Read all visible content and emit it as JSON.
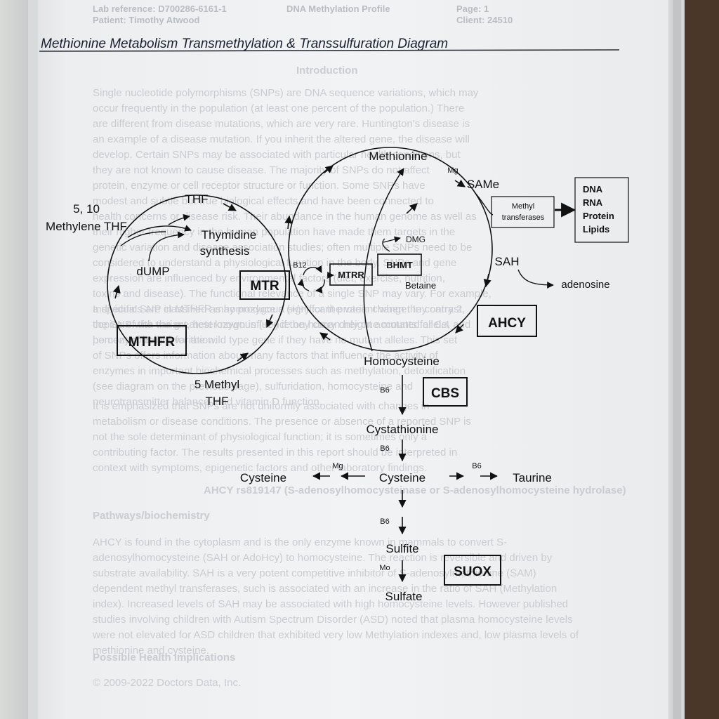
{
  "header": {
    "lab_ref": "Lab reference: D700286-6161-1",
    "report": "DNA Methylation Profile",
    "patient": "Patient: Timothy Atwood",
    "page": "Page: 1",
    "client": "Client: 24510"
  },
  "title": "Methionine Metabolism Transmethylation & Transsulfuration Diagram",
  "diagram": {
    "methionine": "Methionine",
    "mg_top": "Mg",
    "same": "SAMe",
    "methyl_transferases": [
      "Methyl",
      "transferases"
    ],
    "targets": [
      "DNA",
      "RNA",
      "Protein",
      "Lipids"
    ],
    "sah": "SAH",
    "adenosine": "adenosine",
    "ahcy": "AHCY",
    "homocysteine": "Homocysteine",
    "betaine": "Betaine",
    "dmg": "DMG",
    "bhmt": "BHMT",
    "mtrr": "MTRR",
    "b12": "B12",
    "mtr": "MTR",
    "thf": "THF",
    "methylene_thf": [
      "5, 10",
      "Methylene THF"
    ],
    "thymidine": [
      "Thymidine",
      "synthesis"
    ],
    "dump": "dUMP",
    "mthfr": "MTHFR",
    "methyl_thf": [
      "5 Methyl",
      "THF"
    ],
    "b6_1": "B6",
    "cbs": "CBS",
    "cystathionine": "Cystathionine",
    "b6_2": "B6",
    "cysteine_left": "Cysteine",
    "mg_cys": "Mg",
    "cysteine_center": "Cysteine",
    "b6_taurine": "B6",
    "taurine": "Taurine",
    "b6_3": "B6",
    "sulfite": "Sulfite",
    "mo": "Mo",
    "suox": "SUOX",
    "sulfate": "Sulfate"
  },
  "background_text": {
    "intro_heading": "Introduction",
    "paragraph1": [
      "Single nucleotide polymorphisms (SNPs) are DNA sequence variations, which may",
      "occur frequently in the population (at least one percent of the population.) There",
      "are different from disease mutations, which are very rare. Huntington's disease is",
      "an example of a disease mutation. If you inherit the altered gene, the disease will",
      "develop. Certain SNPs may be associated with particular health conditions, but",
      "they are not known to cause disease. The majority of SNPs do not affect",
      "protein, enzyme or cell receptor structure or function. Some SNPs have",
      "modest and subtle but true biological effects and have been connected to",
      "health concerns or disease risk. Their abundance in the human genome as well as",
      "their higher frequency in the human population have made them targets in the",
      "genetic variation and disease association studies; often multiple SNPs need to be",
      "considered to understand a physiological function in the body. SNPs and gene",
      "expression are influenced by environmental factors (diet, exercise, nutrition,",
      "toxins and disease). The functional relevance of a single SNP may vary. For example,",
      "a specific SNP in MTHFR may produce a significant protein change. In contrast,",
      "the SNP with the greatest known influence on human height accounts for 0.4",
      "percent of height variation."
    ],
    "paragraph2": [
      "Individuals are classified as homozygous (+/+) for the variant when they carry 2",
      "copies of the variant, heterozygous (+/-) if they carry only one mutated allele, and",
      "homozygous (-/-) for the wild type gene if they have no mutant alleles. This set",
      "of SNPs offers information about many factors that influence the activity of",
      "enzymes in important biochemical processes such as methylation, detoxification",
      "(see diagram on the previous page), sulfuridation, homocysteine and",
      "neurotransmitter balance, and vitamin D function."
    ],
    "paragraph3": [
      "It is emphasized that SNPs are not uniformly associated with changes in",
      "metabolism or disease conditions. The presence or absence of a reported SNP is",
      "not the sole determinant of physiological function; it is sometimes only a",
      "contributing factor. The results presented in this report should be interpreted in",
      "context with symptoms, epigenetic factors and other laboratory findings."
    ],
    "ahcy_heading": "AHCY rs819147 (S-adenosylhomocysteinase or S-adenosylhomocysteine hydrolase)",
    "pathways_heading": "Pathways/biochemistry",
    "paragraph4": [
      "AHCY is found in the cytoplasm and is the only enzyme known in mammals to convert S-",
      "adenosylhomocysteine (SAH or AdoHcy) to homocysteine. The reaction is reversible and driven by",
      "substrate availability. SAH is a very potent competitive inhibitor of S-adenosylmethionine (SAM)",
      "dependent methyl transferases, such is associated with an increase in the ratio of SAH (Methylation",
      "index). Increased levels of SAH may be associated with high homocysteine levels. However published",
      "studies involving children with Autism Spectrum Disorder (ASD) noted that plasma homocysteine levels",
      "were not elevated for ASD children that exhibited very low Methylation indexes and, low plasma levels of",
      "methionine and cysteine."
    ],
    "health_heading": "Possible Health Implications",
    "footer": "© 2009-2022 Doctors Data, Inc."
  }
}
